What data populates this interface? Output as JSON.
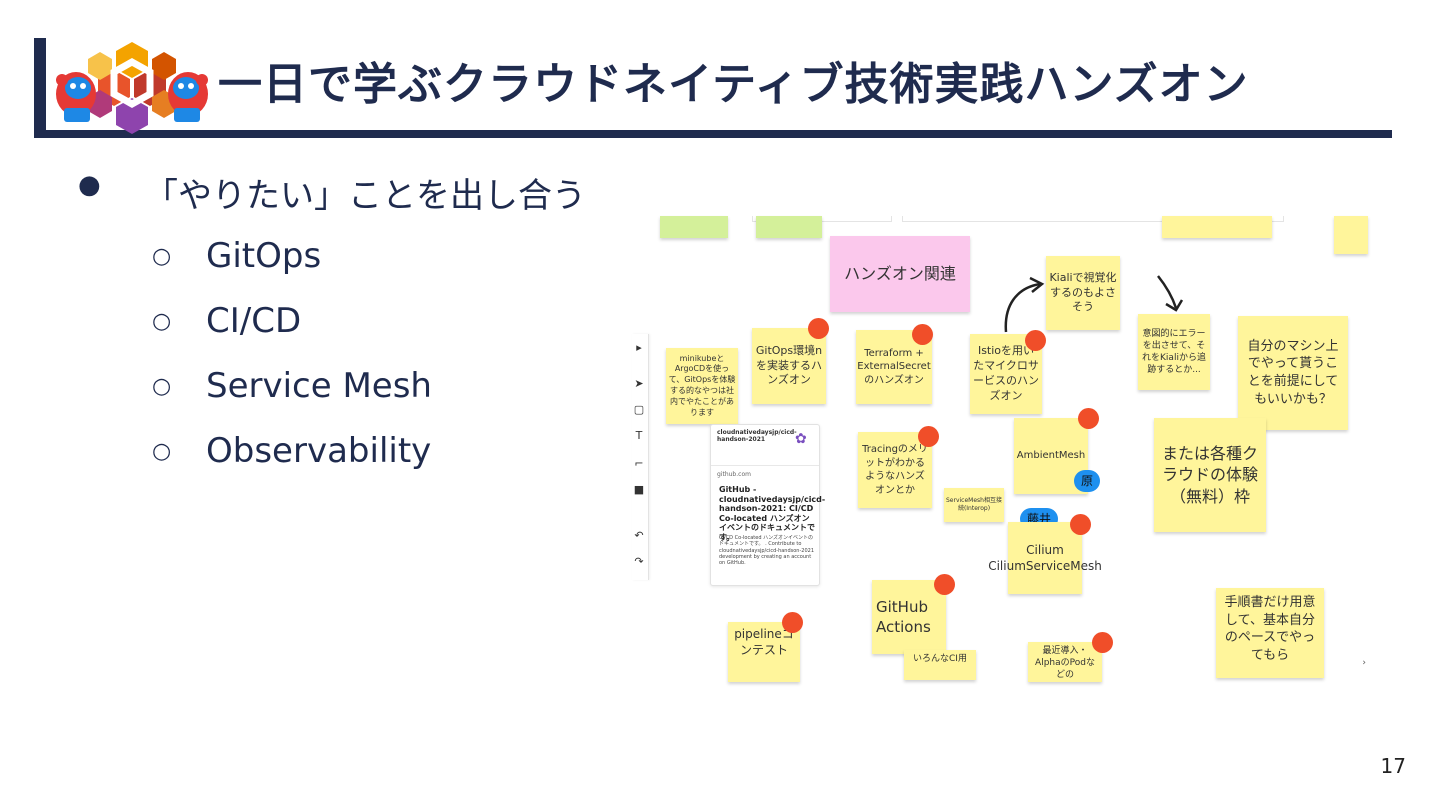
{
  "slide": {
    "title": "一日で学ぶクラウドネイティブ技術実践ハンズオン",
    "page_number": "17"
  },
  "bullets": {
    "main": "「やりたい」ことを出し合う",
    "items": [
      "GitOps",
      "CI/CD",
      "Service Mesh",
      "Observability"
    ]
  },
  "board": {
    "section_label": "ハンズオン関連",
    "notes": {
      "minikube": "minikubeとArgoCDを使って、GitOpsを体験する的なやつは社内でやたことがあります",
      "gitops_env": "GitOps環境nを実装するハンズオン",
      "terraform": "Terraform + ExternalSecretのハンズオン",
      "istio": "Istioを用いたマイクロサービスのハンズオン",
      "kiali": "Kialiで視覚化するのもよさそう",
      "error": "意図的にエラーを出させて、それをKialiから追跡するとか...",
      "own_machine": "自分のマシン上でやって貰うことを前提にしてもいいかも？",
      "tracing": "Tracingのメリットがわかるようなハンズオンとか",
      "ambient": "AmbientMesh",
      "interop": "ServiceMesh相互接続(Interop)",
      "cilium": "Cilium CiliumServiceMesh",
      "cloud": "または各種クラウドの体験（無料）枠",
      "github_actions": "GitHub Actions",
      "pipeline": "pipelineコンテスト",
      "ci": "いろんなCI用",
      "recent": "最近導入・AlphaのPodなどの",
      "guide": "手順書だけ用意して、基本自分のペースでやってもら"
    },
    "tags": {
      "hara": "原",
      "fujii": "藤井"
    },
    "card": {
      "repo": "cloudnativedaysjp/cicd-handson-2021",
      "site": "github.com",
      "headline": "GitHub - cloudnativedaysjp/cicd-handson-2021: CI/CD Co-located ハンズオンイベントのドキュメントです。",
      "description": "CI/CD Co-located ハンズオンイベントのドキュメントです。 . Contribute to cloudnativedaysjp/cicd-handson-2021 development by creating an account on GitHub."
    }
  },
  "colors": {
    "navy": "#1f2b4e",
    "sticky_yellow": "#fff59b",
    "sticky_green": "#d4f09a",
    "sticky_pink": "#fbc8ec",
    "vote_dot": "#f04e29",
    "tag_blue": "#1e90ef"
  },
  "icons": [
    "logo-hexagon-shisa",
    "bullet-dot",
    "bullet-circle",
    "arrow-curve-icon",
    "arrow-down-icon"
  ]
}
